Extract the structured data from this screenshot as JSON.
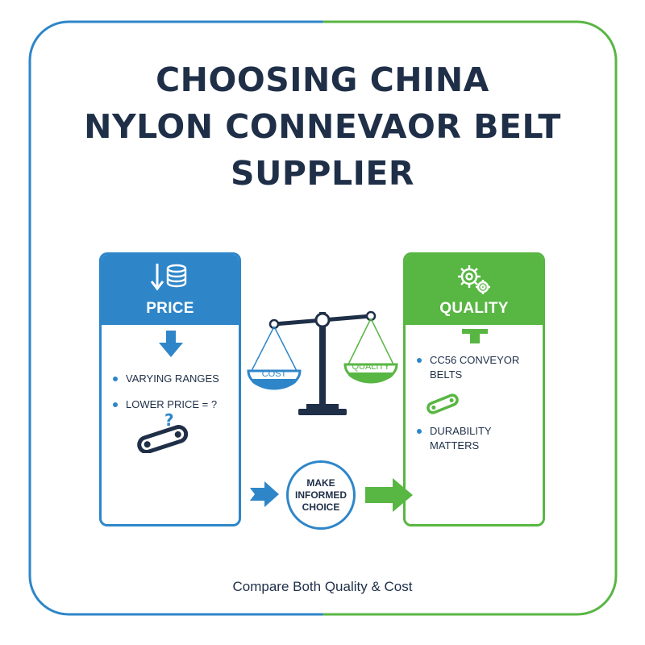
{
  "title": {
    "line1": "CHOOSING CHINA",
    "line2": "NYLON CONNEVAOR BELT",
    "line3": "SUPPLIER"
  },
  "price_panel": {
    "label": "PRICE",
    "icon": "down-arrow-coins-icon",
    "bullets": [
      "VARYING RANGES",
      "LOWER PRICE = ?"
    ],
    "color": "#2e86c9"
  },
  "quality_panel": {
    "label": "QUALITY",
    "icon": "gears-icon",
    "bullets": [
      "CC56 CONVEYOR BELTS",
      "DURABILITY MATTERS"
    ],
    "color": "#58b643"
  },
  "scale": {
    "left_pan": "COST",
    "right_pan": "QUALITY"
  },
  "choice": "MAKE INFORMED CHOICE",
  "footer": "Compare Both Quality & Cost",
  "colors": {
    "blue": "#2e86c9",
    "green": "#58b643",
    "navy": "#1f2f48"
  }
}
